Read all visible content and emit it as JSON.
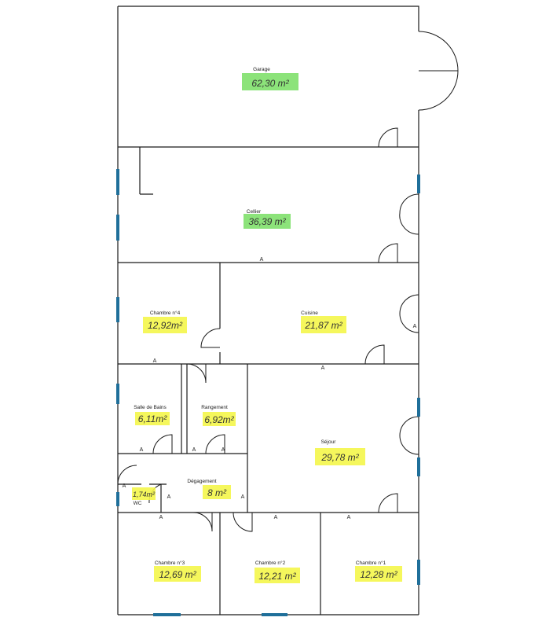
{
  "rooms": [
    {
      "name": "Garage",
      "area": "62,30 m²",
      "highlight": "#7fe06b"
    },
    {
      "name": "Cellier",
      "area": "36,39 m²",
      "highlight": "#7fe06b"
    },
    {
      "name": "Chambre n°4",
      "area": "12,92m²",
      "highlight": "#f4f64a"
    },
    {
      "name": "Cuisine",
      "area": "21,87 m²",
      "highlight": "#f4f64a"
    },
    {
      "name": "Salle de Bains",
      "area": "6,11m²",
      "highlight": "#f4f64a"
    },
    {
      "name": "Rangement",
      "area": "6,92m²",
      "highlight": "#f4f64a"
    },
    {
      "name": "Séjour",
      "area": "29,78 m²",
      "highlight": "#f4f64a"
    },
    {
      "name": "WC",
      "area": "1,74m²",
      "highlight": "#f4f64a"
    },
    {
      "name": "Dégagement",
      "area": "8 m²",
      "highlight": "#f4f64a"
    },
    {
      "name": "Chambre n°3",
      "area": "12,69 m²",
      "highlight": "#f4f64a"
    },
    {
      "name": "Chambre n°2",
      "area": "12,21 m²",
      "highlight": "#f4f64a"
    },
    {
      "name": "Chambre n°1",
      "area": "12,28 m²",
      "highlight": "#f4f64a"
    }
  ],
  "marker": "A",
  "colors": {
    "wall": "#1a1a1a",
    "window": "#1f6f9a"
  }
}
